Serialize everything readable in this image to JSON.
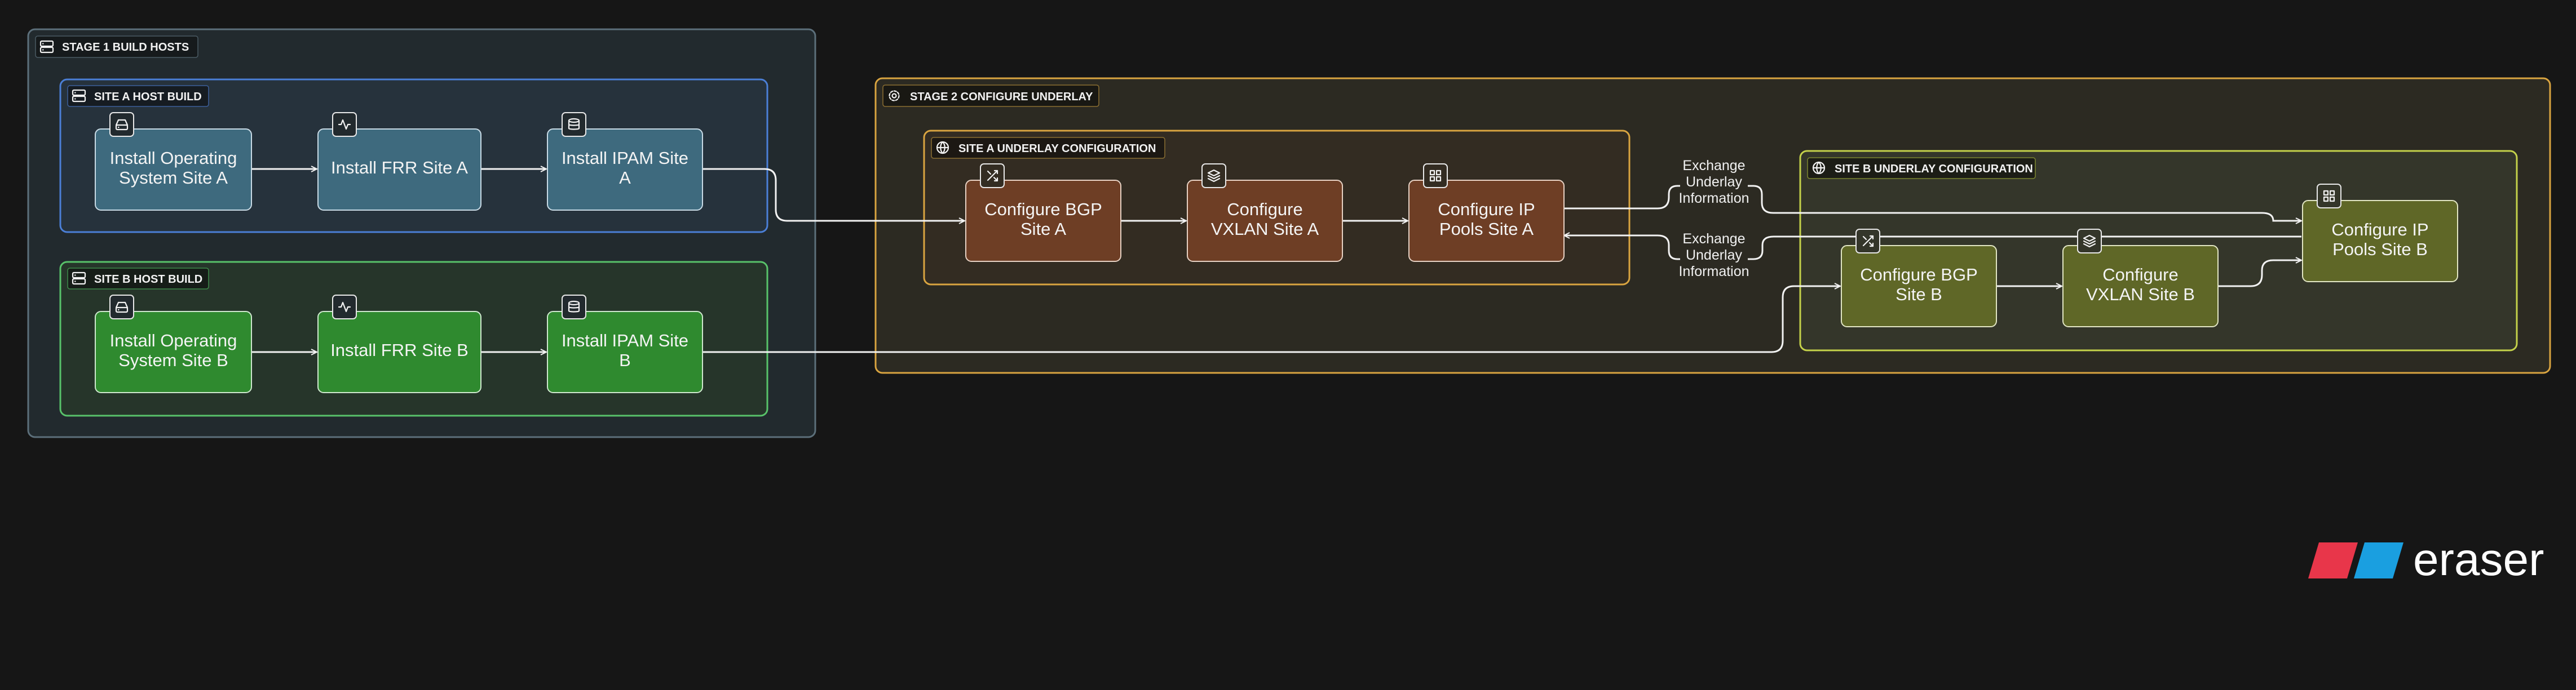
{
  "groups": {
    "stage1": {
      "label": "STAGE 1 BUILD HOSTS",
      "icon": "server-icon"
    },
    "site_a_host": {
      "label": "SITE A HOST BUILD",
      "icon": "server-icon"
    },
    "site_b_host": {
      "label": "SITE B HOST BUILD",
      "icon": "server-icon"
    },
    "stage2": {
      "label": "STAGE 2 CONFIGURE UNDERLAY",
      "icon": "gear-icon"
    },
    "site_a_underlay": {
      "label": "SITE A UNDERLAY CONFIGURATION",
      "icon": "globe-icon"
    },
    "site_b_underlay": {
      "label": "SITE B UNDERLAY CONFIGURATION",
      "icon": "globe-icon"
    }
  },
  "nodes": {
    "os_a": {
      "lines": [
        "Install Operating",
        "System Site A"
      ],
      "icon": "hard-drive-icon"
    },
    "frr_a": {
      "lines": [
        "Install FRR Site A"
      ],
      "icon": "activity-icon"
    },
    "ipam_a": {
      "lines": [
        "Install IPAM Site",
        "A"
      ],
      "icon": "database-icon"
    },
    "os_b": {
      "lines": [
        "Install Operating",
        "System Site B"
      ],
      "icon": "hard-drive-icon"
    },
    "frr_b": {
      "lines": [
        "Install FRR Site B"
      ],
      "icon": "activity-icon"
    },
    "ipam_b": {
      "lines": [
        "Install IPAM Site",
        "B"
      ],
      "icon": "database-icon"
    },
    "bgp_a": {
      "lines": [
        "Configure BGP",
        "Site A"
      ],
      "icon": "shuffle-icon"
    },
    "vxlan_a": {
      "lines": [
        "Configure",
        "VXLAN Site A"
      ],
      "icon": "layers-icon"
    },
    "pools_a": {
      "lines": [
        "Configure IP",
        "Pools Site A"
      ],
      "icon": "grid-icon"
    },
    "bgp_b": {
      "lines": [
        "Configure BGP",
        "Site B"
      ],
      "icon": "shuffle-icon"
    },
    "vxlan_b": {
      "lines": [
        "Configure",
        "VXLAN Site B"
      ],
      "icon": "layers-icon"
    },
    "pools_b": {
      "lines": [
        "Configure IP",
        "Pools Site B"
      ],
      "icon": "grid-icon"
    }
  },
  "edge_labels": {
    "exchange_1": [
      "Exchange",
      "Underlay",
      "Information"
    ],
    "exchange_2": [
      "Exchange",
      "Underlay",
      "Information"
    ]
  },
  "brand": {
    "name": "eraser",
    "logo_icon": "eraser-logo-icon"
  },
  "colors": {
    "background": "#161616",
    "stage1_border": "#5c6f7a",
    "site_a_border": "#4b7fd6",
    "site_b_border": "#58c26a",
    "stage2_border": "#d9a440",
    "site_b_underlay_border": "#c4d14a",
    "node_site_a_host": "#3e6a7e",
    "node_site_b_host": "#2f8a2f",
    "node_site_a_underlay": "#6e3e25",
    "node_site_b_underlay": "#5f6727",
    "logo_red": "#e8364a",
    "logo_blue": "#1a9fe0"
  }
}
